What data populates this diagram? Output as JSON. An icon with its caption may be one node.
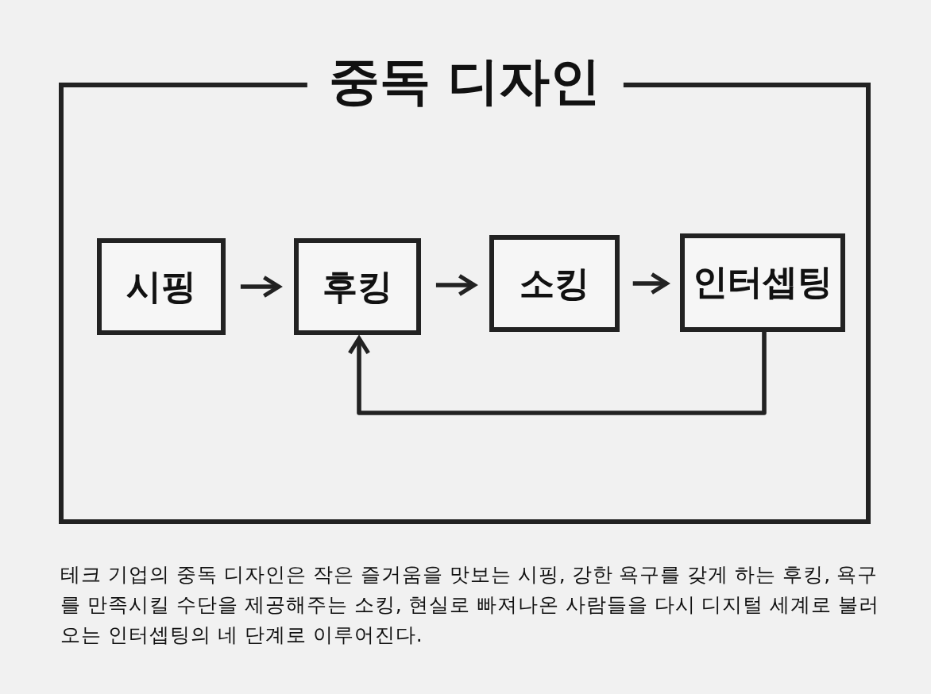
{
  "diagram": {
    "caption": "테크 기업의 중독 디자인은 작은 즐거움을 맛보는 시핑, 강한 욕구를 갖게 하는 후킹, 욕구를 만족시킬 수단을 제공해주는 소킹, 현실로 빠져나온 사람들을 다시 디지털 세계로 불러오는 인터셉팅의 네 단계로 이루어진다.",
    "nodes": [
      {
        "text": [
          "중독 디자인"
        ]
      },
      {
        "text": [
          "시핑"
        ],
        "in": 0
      },
      {
        "text": [
          "후킹"
        ],
        "in": 0
      },
      {
        "text": [
          "소킹"
        ],
        "in": 0
      },
      {
        "text": [
          "인터셉팅"
        ],
        "in": 0
      }
    ],
    "edges": [
      {
        "from": 1,
        "to": 2,
        "arrow": "to"
      },
      {
        "from": 2,
        "to": 3,
        "arrow": "to"
      },
      {
        "from": 3,
        "to": 4,
        "arrow": "to"
      },
      {
        "from": 4,
        "to": 2,
        "arrow": "to"
      }
    ]
  }
}
